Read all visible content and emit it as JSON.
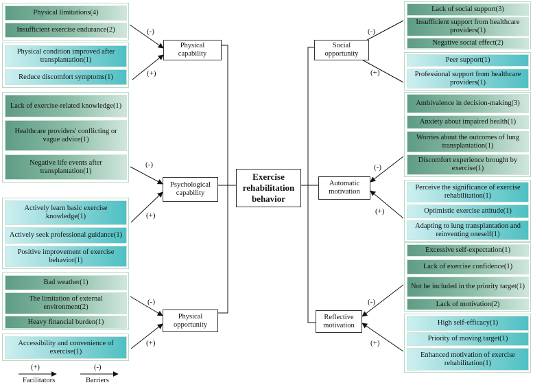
{
  "center": "Exercise rehabilitation behavior",
  "nodes": {
    "physical_capability": "Physical capability",
    "psychological_capability": "Psychological capability",
    "physical_opportunity": "Physical opportunity",
    "social_opportunity": "Social opportunity",
    "automatic_motivation": "Automatic motivation",
    "reflective_motivation": "Reflective motivation"
  },
  "signs": {
    "neg": "(-)",
    "pos": "(+)"
  },
  "groups": {
    "pc_barriers": [
      "Physical limitations(4)",
      "Insufficient exercise endurance(2)"
    ],
    "pc_facilitators": [
      "Physical condition improved after transplantation(1)",
      "Reduce discomfort symptoms(1)"
    ],
    "psy_barriers": [
      "Lack of exercise-related knowledge(1)",
      "Healthcare providers' conflicting or vague advice(1)",
      "Negative life events after transplantation(1)"
    ],
    "psy_facilitators": [
      "Actively learn basic exercise knowledge(1)",
      "Actively seek professional guidance(1)",
      "Positive improvement of exercise behavior(1)"
    ],
    "po_barriers": [
      "Bad weather(1)",
      "The limitation of external environment(2)",
      "Heavy financial burden(1)"
    ],
    "po_facilitators": [
      "Accessibility and convenience of exercise(1)"
    ],
    "so_barriers": [
      "Lack of social support(3)",
      "Insufficient support from healthcare providers(1)",
      "Negative social effect(2)"
    ],
    "so_facilitators": [
      "Peer support(1)",
      "Professional support from healthcare providers(1)"
    ],
    "am_barriers": [
      "Ambivalence in decision-making(3)",
      "Anxiety about impaired health(1)",
      "Worries about the outcomes of lung transplantation(1)",
      "Discomfort experience brought by exercise(1)"
    ],
    "am_facilitators": [
      "Perceive the significance of exercise rehabilitation(1)",
      "Optimistic exercise attitude(1)",
      "Adapting to lung transplantation and reinventing oneself(1)"
    ],
    "rm_barriers": [
      "Excessive self-expectation(1)",
      "Lack of exercise confidence(1)",
      "Not be included in the priority target(1)",
      "Lack of motivation(2)"
    ],
    "rm_facilitators": [
      "High self-efficacy(1)",
      "Priority of moving target(1)",
      "Enhanced motivation of exercise rehabilitation(1)"
    ]
  },
  "legend": {
    "facilitators_sign": "(+)",
    "facilitators": "Facilitators",
    "barriers_sign": "(-)",
    "barriers": "Barriers"
  }
}
